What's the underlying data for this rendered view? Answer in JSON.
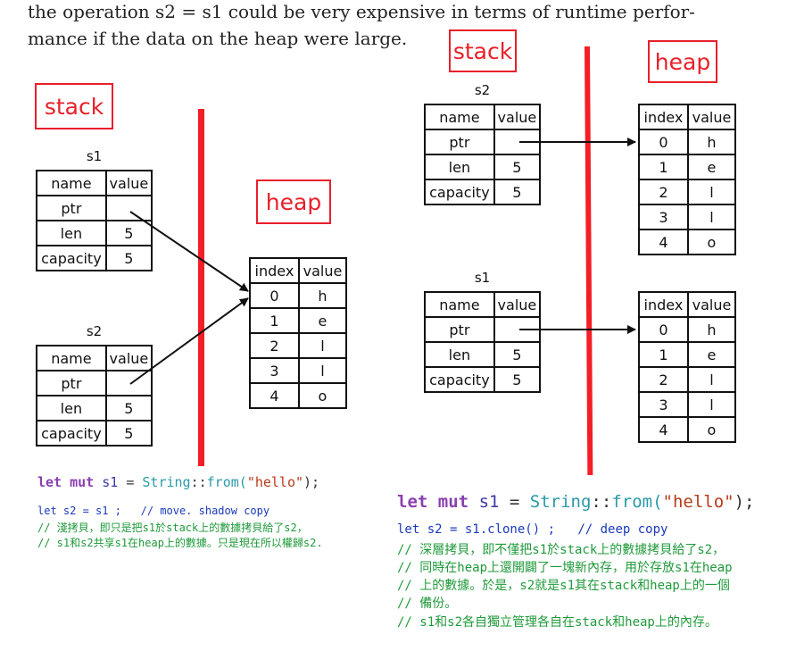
{
  "intro": {
    "line1": "the operation s2 = s1 could be very expensive in terms of runtime perfor-",
    "line2": "mance if the data on the heap were large."
  },
  "left": {
    "stack_label": "stack",
    "heap_label": "heap",
    "s1": {
      "title": "s1",
      "headers": [
        "name",
        "value"
      ],
      "rows": [
        [
          "ptr",
          ""
        ],
        [
          "len",
          "5"
        ],
        [
          "capacity",
          "5"
        ]
      ]
    },
    "s2": {
      "title": "s2",
      "headers": [
        "name",
        "value"
      ],
      "rows": [
        [
          "ptr",
          ""
        ],
        [
          "len",
          "5"
        ],
        [
          "capacity",
          "5"
        ]
      ]
    },
    "heap": {
      "headers": [
        "index",
        "value"
      ],
      "rows": [
        [
          "0",
          "h"
        ],
        [
          "1",
          "e"
        ],
        [
          "2",
          "l"
        ],
        [
          "3",
          "l"
        ],
        [
          "4",
          "o"
        ]
      ]
    },
    "code": {
      "kw1": "let",
      "kw2": "mut",
      "var": "s1",
      "eq": " = ",
      "type": "String",
      "sep": "::",
      "fn": "from(",
      "str": "\"hello\"",
      "end": ");",
      "assign": "let s2 = s1 ;",
      "assign_comment": "// move. shadow copy",
      "comment1": "// 淺拷貝，即只是把s1於stack上的數據拷貝給了s2，",
      "comment2": "// s1和s2共享s1在heap上的數據。只是現在所以權歸s2."
    }
  },
  "right": {
    "stack_label": "stack",
    "heap_label": "heap",
    "s2": {
      "title": "s2",
      "headers": [
        "name",
        "value"
      ],
      "rows": [
        [
          "ptr",
          ""
        ],
        [
          "len",
          "5"
        ],
        [
          "capacity",
          "5"
        ]
      ]
    },
    "s1": {
      "title": "s1",
      "headers": [
        "name",
        "value"
      ],
      "rows": [
        [
          "ptr",
          ""
        ],
        [
          "len",
          "5"
        ],
        [
          "capacity",
          "5"
        ]
      ]
    },
    "heap_top": {
      "headers": [
        "index",
        "value"
      ],
      "rows": [
        [
          "0",
          "h"
        ],
        [
          "1",
          "e"
        ],
        [
          "2",
          "l"
        ],
        [
          "3",
          "l"
        ],
        [
          "4",
          "o"
        ]
      ]
    },
    "heap_bottom": {
      "headers": [
        "index",
        "value"
      ],
      "rows": [
        [
          "0",
          "h"
        ],
        [
          "1",
          "e"
        ],
        [
          "2",
          "l"
        ],
        [
          "3",
          "l"
        ],
        [
          "4",
          "o"
        ]
      ]
    },
    "code": {
      "kw1": "let",
      "kw2": "mut",
      "var": "s1",
      "eq": " = ",
      "type": "String",
      "sep": "::",
      "fn": "from(",
      "str": "\"hello\"",
      "end": ");",
      "assign": "let s2 = s1.clone() ;",
      "assign_comment": "// deep copy",
      "comment1": "// 深層拷貝，即不僅把s1於stack上的數據拷貝給了s2，",
      "comment2": "// 同時在heap上還開闢了一塊新內存，用於存放s1在heap",
      "comment3": "// 上的數據。於是，s2就是s1其在stack和heap上的一個",
      "comment4": "// 備份。",
      "comment5": "// s1和s2各自獨立管理各自在stack和heap上的內存。"
    }
  }
}
